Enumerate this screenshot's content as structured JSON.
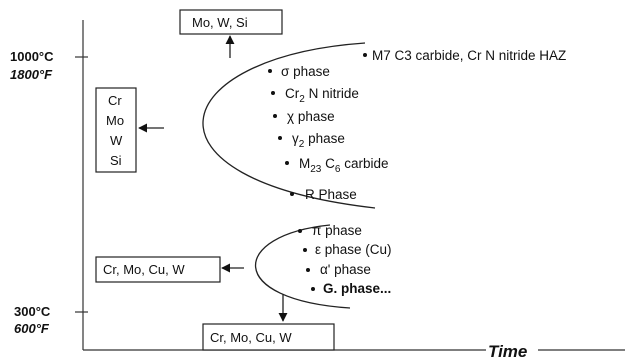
{
  "temperatures": {
    "upper_c": "1000°C",
    "upper_f": "1800°F",
    "lower_c": "300°C",
    "lower_f": "600°F"
  },
  "time_label": "Time",
  "boxes": {
    "top": "Mo, W, Si",
    "left_upper": [
      "Cr",
      "Mo",
      "W",
      "Si"
    ],
    "left_lower": "Cr, Mo, Cu, W",
    "bottom": "Cr, Mo, Cu, W"
  },
  "upper_phases": {
    "carbide_haz": "M7 C3 carbide, Cr N nitride HAZ",
    "sigma": "σ phase",
    "cr": "Cr",
    "cr_sub": "2",
    "nitride": " N nitride",
    "chi": "χ phase",
    "gamma": "γ",
    "gamma_sub": "2",
    "gamma_rest": " phase",
    "m": "M",
    "m_sub": "23",
    "c": " C",
    "c_sub": "6",
    "carbide": " carbide",
    "r_phase": "R Phase"
  },
  "lower_phases": {
    "pi": "π phase",
    "epsilon": "ε phase (Cu)",
    "alpha": "α' phase",
    "g": "G. phase..."
  }
}
